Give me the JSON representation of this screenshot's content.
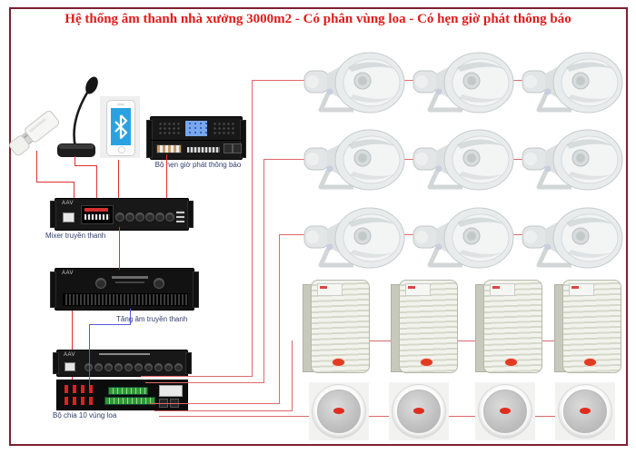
{
  "title": "Hệ thống âm thanh nhà xưởng 3000m2 - Có phân vùng loa - Có hẹn giờ phát thông báo",
  "devices": {
    "usb": {
      "name": "usb-flash-drive"
    },
    "microphone": {
      "name": "gooseneck-microphone"
    },
    "phone": {
      "name": "bluetooth-phone"
    },
    "timer": {
      "label": "Bộ hẹn giờ phát thông báo"
    },
    "mixer": {
      "label": "Mixer truyền thanh",
      "brand": "AAV"
    },
    "amplifier": {
      "label": "Tăng âm truyền thanh",
      "brand": "AAV"
    },
    "zone_selector": {
      "brand": "AAV"
    },
    "splitter": {
      "label": "Bộ chia 10 vùng loa"
    }
  },
  "speakers": {
    "horn_rows": 3,
    "horn_per_row": 3,
    "column_count": 4,
    "ceiling_count": 4
  },
  "colors": {
    "title_text": "#e11a1a",
    "border": "#7d2030",
    "label_text": "#2e3d6b",
    "wire_source": "#e03030",
    "wire_zone": "#e06868",
    "wire_blue": "#5b5bd6"
  }
}
